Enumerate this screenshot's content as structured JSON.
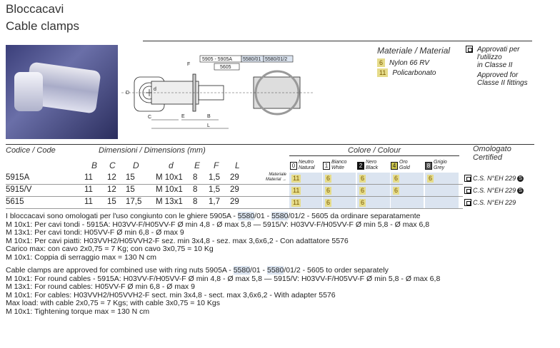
{
  "header": {
    "title": "Bloccacavi",
    "subtitle": "Cable clamps"
  },
  "drawing": {
    "ring_nuts": [
      "5905 - 5905A",
      "5580/01",
      "5580/01/2"
    ],
    "ring_nut_alt": "5605",
    "dims": [
      "F",
      "D",
      "d",
      "C",
      "E",
      "B",
      "L"
    ]
  },
  "material": {
    "heading": "Materiale / Material",
    "items": [
      {
        "code": "6",
        "name": "Nylon 66 RV"
      },
      {
        "code": "11",
        "name": "Policarbonato"
      }
    ]
  },
  "approval": {
    "it_lines": [
      "Approvati per",
      "l'utilizzo",
      "in Classe II"
    ],
    "en_lines": [
      "Approved for",
      "Classe II fittings"
    ]
  },
  "table": {
    "code_header": "Codice / Code",
    "dims_header": "Dimensioni / Dimensions (mm)",
    "colour_header": "Colore / Colour",
    "cert_header": [
      "Omologato",
      "Certified"
    ],
    "dim_cols": [
      "B",
      "C",
      "D",
      "d",
      "E",
      "F",
      "L"
    ],
    "material_label": [
      "Materiale",
      "Material →"
    ],
    "colours": [
      {
        "code": "0",
        "it": "Neutro",
        "en": "Natural"
      },
      {
        "code": "1",
        "it": "Bianco",
        "en": "White"
      },
      {
        "code": "2",
        "it": "Nero",
        "en": "Black"
      },
      {
        "code": "4",
        "it": "Oro",
        "en": "Gold"
      },
      {
        "code": "8",
        "it": "Grigio",
        "en": "Grey"
      }
    ],
    "rows": [
      {
        "code": "5915A",
        "dims": [
          "11",
          "12",
          "15",
          "M 10x1",
          "8",
          "1,5",
          "29"
        ],
        "materials": [
          "11",
          "6",
          "6",
          "6",
          "6"
        ],
        "cert": "C.S. N°EH 229",
        "s_mark": "S"
      },
      {
        "code": "5915/V",
        "dims": [
          "11",
          "12",
          "15",
          "M 10x1",
          "8",
          "1,5",
          "29"
        ],
        "materials": [
          "11",
          "6",
          "6",
          "6",
          ""
        ],
        "cert": "C.S. N°EH 229",
        "s_mark": "S"
      },
      {
        "code": "5615",
        "dims": [
          "11",
          "15",
          "17,5",
          "M 13x1",
          "8",
          "1,7",
          "29"
        ],
        "materials": [
          "11",
          "6",
          "6",
          "",
          ""
        ],
        "cert": "C.S. N°EH 229",
        "s_mark": ""
      }
    ]
  },
  "notes_it": [
    "I bloccacavi sono omologati per l'uso congiunto con le ghiere 5905A - 5580/01 - 5580/01/2 - 5605 da ordinare separatamente",
    "M 10x1: Per cavi tondi - 5915A: H03VV-F/H05VV-F Ø min 4,8 - Ø max 5,8 — 5915/V: H03VV-F/H05VV-F Ø min 5,8 - Ø max 6,8",
    "M 13x1: Per cavi tondi: H05VV-F Ø min 6,8 - Ø max 9",
    "M 10x1: Per cavi piatti: H03VVH2/H05VVH2-F sez. min 3x4,8 - sez. max 3,6x6,2 - Con adattatore 5576",
    "Carico max: con cavo 2x0,75 = 7 Kg; con cavo 3x0,75 = 10 Kg",
    "M 10x1: Coppia di serraggio max = 130 N cm"
  ],
  "notes_en": [
    "Cable clamps are approved for combined use with ring nuts 5905A - 5580/01 - 5580/01/2 - 5605 to order separately",
    "M 10x1: For round cables - 5915A: H03VV-F/H05VV-F Ø min 4,8 - Ø max 5,8 — 5915/V: H03VV-F/H05VV-F Ø min 5,8 - Ø max 6,8",
    "M 13x1: For round cables: H05VV-F Ø min 6,8 - Ø max 9",
    "M 10x1: For cables: H03VVH2/H05VVH2-F sect. min 3x4,8 - sect. max 3,6x6,2 - With adapter 5576",
    "Max load: with cable 2x0,75 = 7 Kgs; with cable 3x0,75 = 10 Kgs",
    "M 10x1: Tightening torque max = 130 N cm"
  ]
}
